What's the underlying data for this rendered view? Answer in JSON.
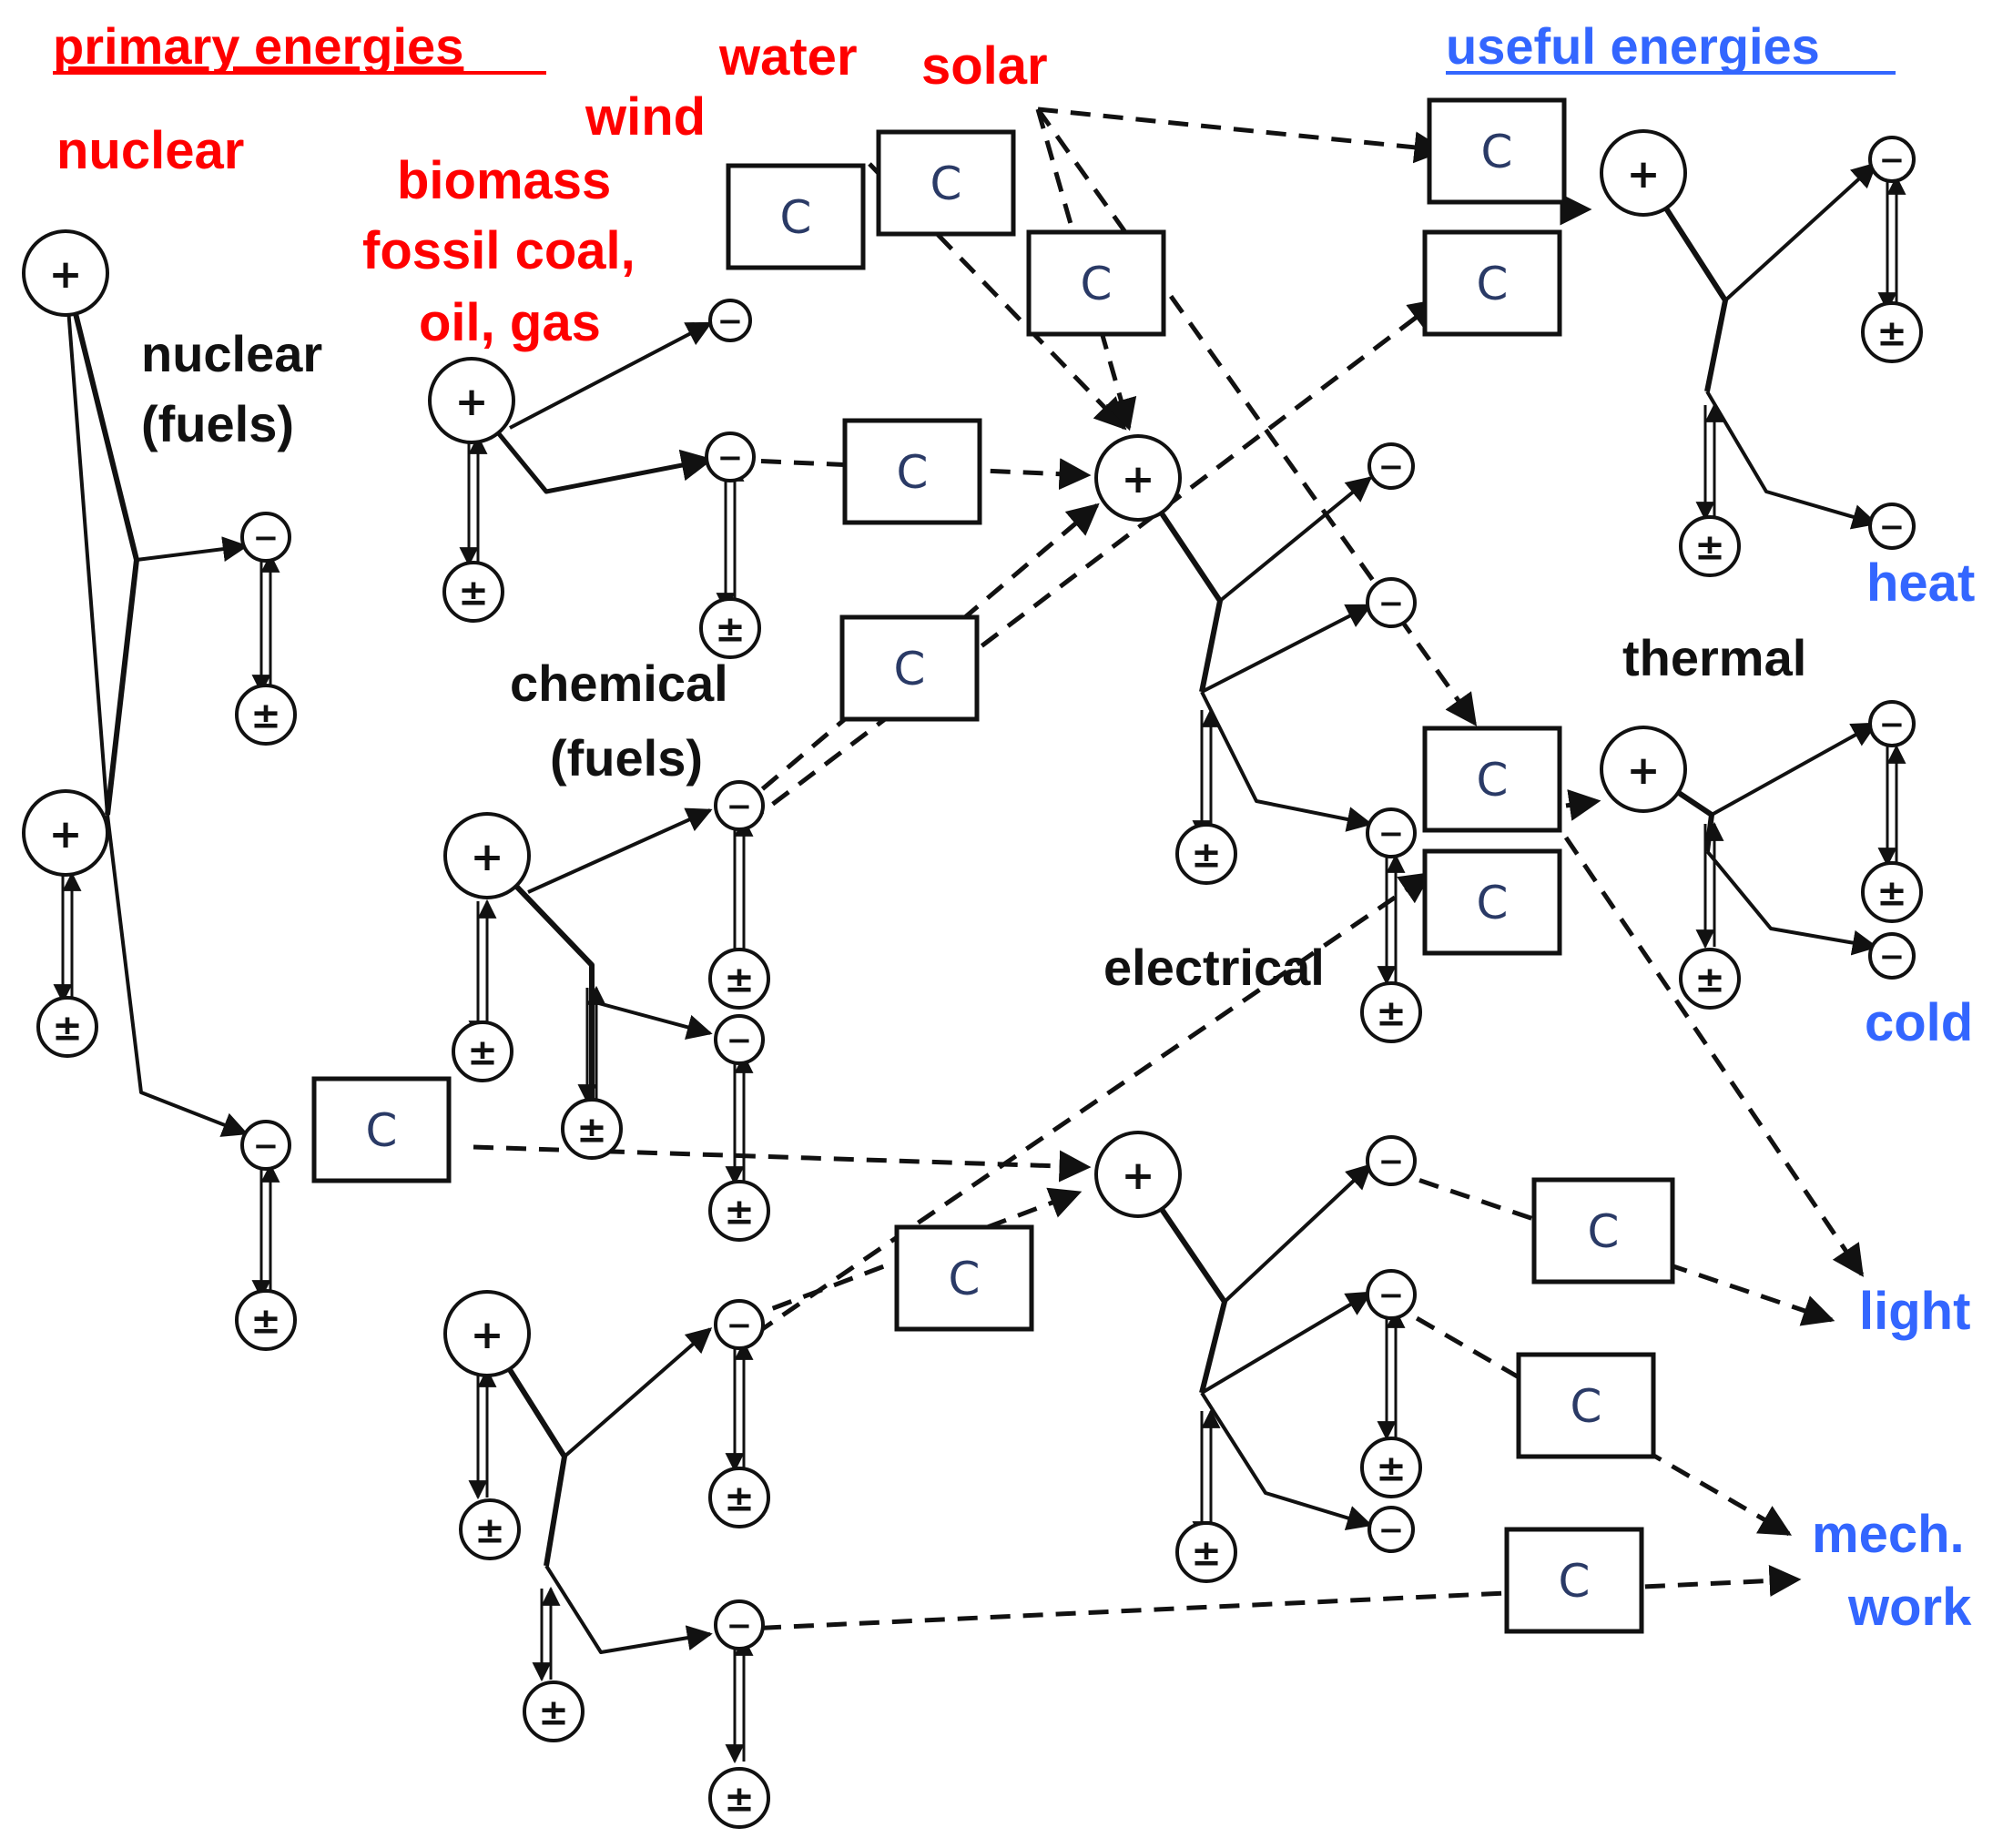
{
  "headings": {
    "primary": "primary energies",
    "useful": "useful energies"
  },
  "primary_labels": {
    "nuclear": "nuclear",
    "water": "water",
    "solar": "solar",
    "wind": "wind",
    "biomass": "biomass",
    "fossil_1": "fossil coal,",
    "fossil_2": "oil, gas"
  },
  "carrier_labels": {
    "nuclear_1": "nuclear",
    "nuclear_2": "(fuels)",
    "chemical_1": "chemical",
    "chemical_2": "(fuels)",
    "electrical": "electrical",
    "thermal": "thermal"
  },
  "useful_labels": {
    "heat": "heat",
    "cold": "cold",
    "light": "light",
    "mech_1": "mech.",
    "mech_2": "work"
  },
  "symbols": {
    "converter": "C",
    "plus": "+",
    "minus": "−",
    "plus_minus": "±"
  },
  "colors": {
    "primary": "#ff0000",
    "useful": "#3366ff",
    "carrier": "#111111",
    "lines": "#111111"
  }
}
